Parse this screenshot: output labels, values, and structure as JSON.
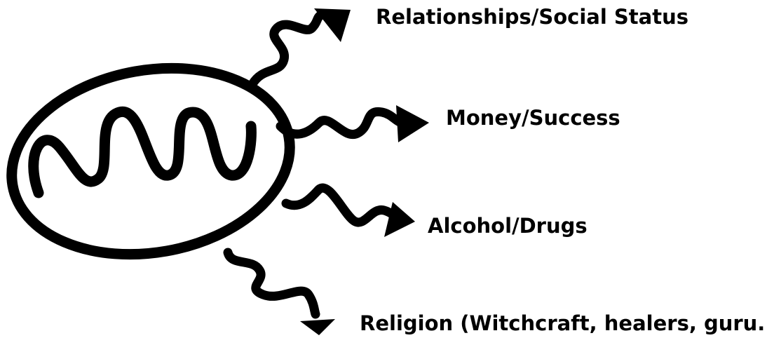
{
  "diagram": {
    "stroke_color": "#000000",
    "background": "#ffffff",
    "center": {
      "icon": "squiggle-circle"
    },
    "branches": [
      {
        "label": "Relationships/Social Status"
      },
      {
        "label": "Money/Success"
      },
      {
        "label": "Alcohol/Drugs"
      },
      {
        "label": "Religion (Witchcraft, healers, guru...)"
      }
    ]
  }
}
